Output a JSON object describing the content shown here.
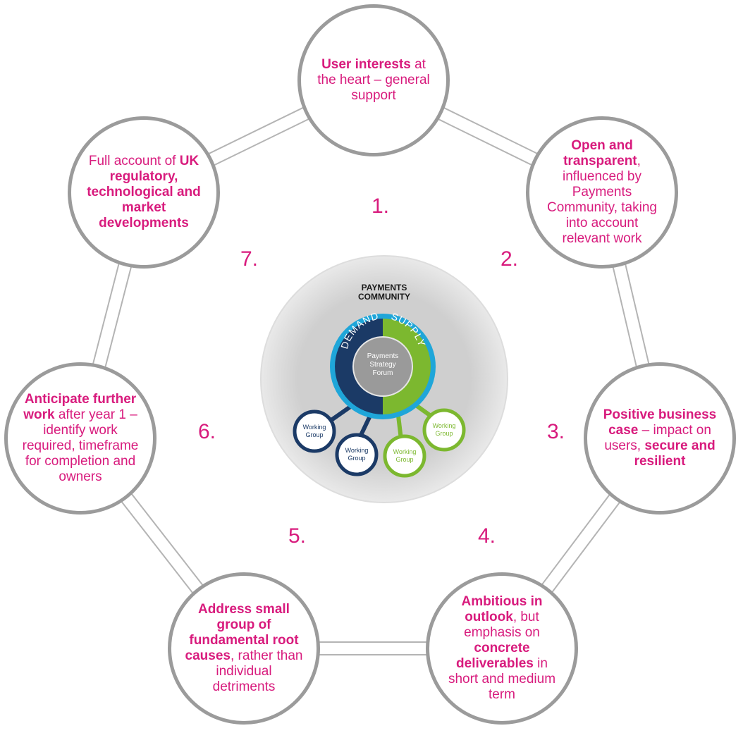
{
  "nodes": [
    {
      "id": 1,
      "segments": [
        {
          "t": "User interests",
          "b": true
        },
        {
          "t": " at the heart – general support",
          "b": false
        }
      ]
    },
    {
      "id": 2,
      "segments": [
        {
          "t": "Open and transparent",
          "b": true
        },
        {
          "t": ", influenced by Payments Community, taking into account relevant work",
          "b": false
        }
      ]
    },
    {
      "id": 3,
      "segments": [
        {
          "t": "Positive business case",
          "b": true
        },
        {
          "t": " – impact on users, ",
          "b": false
        },
        {
          "t": "secure and resilient",
          "b": true
        }
      ]
    },
    {
      "id": 4,
      "segments": [
        {
          "t": "Ambitious in outlook",
          "b": true
        },
        {
          "t": ", but emphasis on ",
          "b": false
        },
        {
          "t": "concrete deliverables",
          "b": true
        },
        {
          "t": " in short and medium term",
          "b": false
        }
      ]
    },
    {
      "id": 5,
      "segments": [
        {
          "t": "Address small group of fundamental root causes",
          "b": true
        },
        {
          "t": ", rather than individual detriments",
          "b": false
        }
      ]
    },
    {
      "id": 6,
      "segments": [
        {
          "t": "Anticipate further work",
          "b": true
        },
        {
          "t": " after year 1 – identify work required, timeframe for completion and owners",
          "b": false
        }
      ]
    },
    {
      "id": 7,
      "segments": [
        {
          "t": "Full account of ",
          "b": false
        },
        {
          "t": "UK regulatory, technological and market developments",
          "b": true
        }
      ]
    }
  ],
  "numbers": [
    "1.",
    "2.",
    "3.",
    "4.",
    "5.",
    "6.",
    "7."
  ],
  "hub": {
    "title_line1": "PAYMENTS",
    "title_line2": "COMMUNITY",
    "demand_label": "DEMAND",
    "supply_label": "SUPPLY",
    "core_line1": "Payments",
    "core_line2": "Strategy",
    "core_line3": "Forum",
    "working_group_line1": "Working",
    "working_group_line2": "Group"
  },
  "colors": {
    "accent": "#d81b7d",
    "ring_gray": "#9b9b9b",
    "demand_navy": "#1b3a66",
    "supply_green": "#7cb82f",
    "outer_blue": "#1fa6d9",
    "hub_gray": "#c8c8c8"
  }
}
